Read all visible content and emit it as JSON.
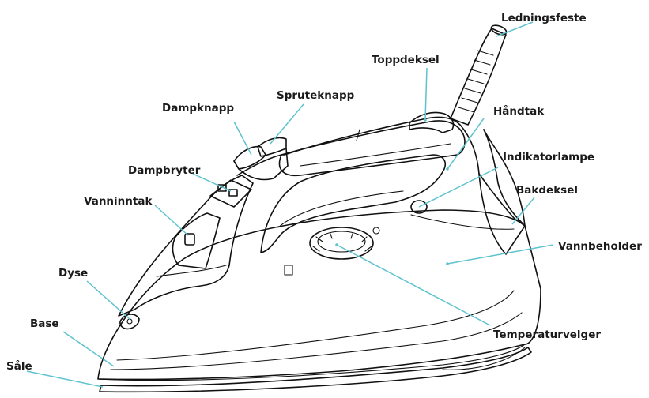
{
  "labels": {
    "ledningsfeste": "Ledningsfeste",
    "toppdeksel": "Toppdeksel",
    "spruteknapp": "Spruteknapp",
    "dampknapp": "Dampknapp",
    "handtak": "Håndtak",
    "indikatorlampe": "Indikatorlampe",
    "dampbryter": "Dampbryter",
    "bakdeksel": "Bakdeksel",
    "vanninntak": "Vanninntak",
    "vannbeholder": "Vannbeholder",
    "dyse": "Dyse",
    "base": "Base",
    "temperaturvelger": "Temperaturvelger",
    "sale": "Såle"
  },
  "colors": {
    "leader_line": "#5ec3cf",
    "ink": "#111111",
    "label_text": "#1a1a1a"
  }
}
